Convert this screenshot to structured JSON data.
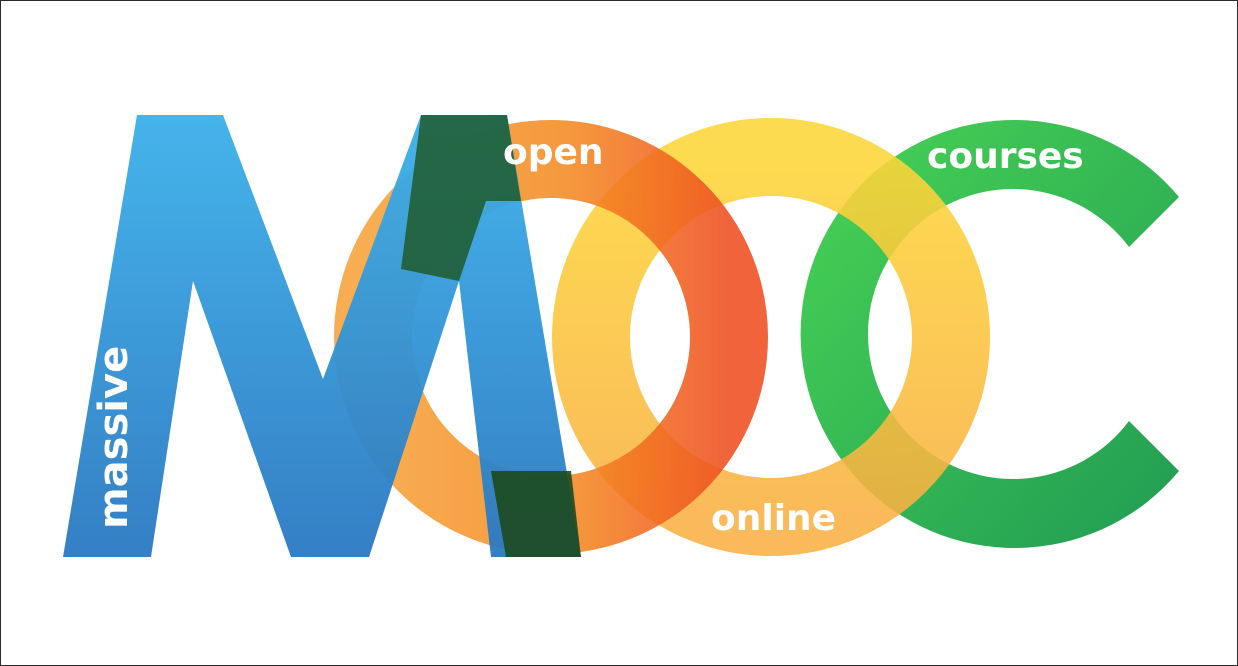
{
  "logo": {
    "words": {
      "massive": "massive",
      "open": "open",
      "online": "online",
      "courses": "courses"
    },
    "colors": {
      "m": "#2f8fd8",
      "m_top": "#3aaee8",
      "o1": "#f7931e",
      "o1_right": "#f05a22",
      "o2": "#fcc838",
      "c": "#27ae4a",
      "c_top": "#35d04a",
      "overlap_dark": "#1f4a20"
    }
  }
}
